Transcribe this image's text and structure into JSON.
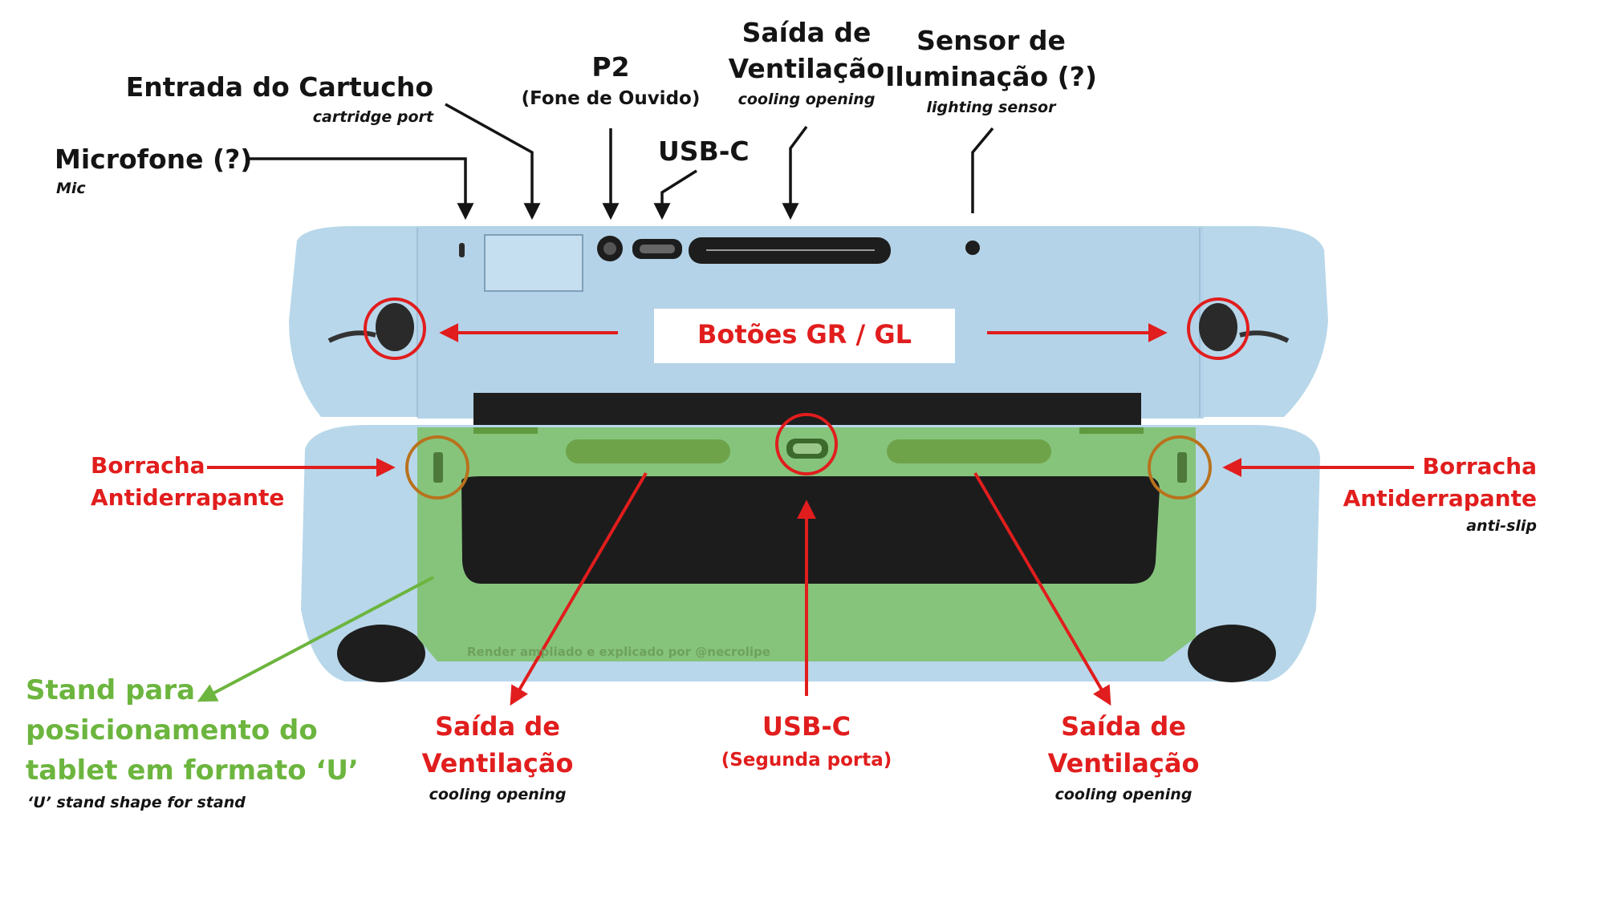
{
  "colors": {
    "device_blue": "#b8d7ea",
    "overlay_green": "#86c47c",
    "vent_green": "#6fa34a",
    "annotation_red": "#e11d1d",
    "stand_green": "#6cb53e",
    "text_black": "#141414"
  },
  "top_labels": {
    "cartridge_title": "Entrada do Cartucho",
    "cartridge_sub": "cartridge port",
    "mic_title": "Microfone (?)",
    "mic_sub": "Mic",
    "p2_title": "P2",
    "p2_sub": "(Fone de Ouvido)",
    "usbc_title": "USB-C",
    "vent_line1": "Saída de",
    "vent_line2": "Ventilação",
    "vent_sub": "cooling opening",
    "sensor_line1": "Sensor de",
    "sensor_line2": "Iluminação (?)",
    "sensor_sub": "lighting sensor"
  },
  "center_label": "Botões GR / GL",
  "side_labels": {
    "left_line1": "Borracha",
    "left_line2": "Antiderrapante",
    "right_line1": "Borracha",
    "right_line2": "Antiderrapante",
    "right_sub": "anti-slip"
  },
  "bottom_labels": {
    "stand_line1": "Stand para",
    "stand_line2": "posicionamento do",
    "stand_line3": "tablet em formato ‘U’",
    "stand_sub": "‘U’ stand shape for stand",
    "vent_left_line1": "Saída de",
    "vent_left_line2": "Ventilação",
    "vent_left_sub": "cooling opening",
    "usbc2_title": "USB-C",
    "usbc2_sub": "(Segunda porta)",
    "vent_right_line1": "Saída de",
    "vent_right_line2": "Ventilação",
    "vent_right_sub": "cooling opening"
  },
  "watermark": "Render ampliado e explicado por @necrolipe",
  "icons": [
    "console-top-view",
    "console-bottom-view",
    "annotation-arrow",
    "highlight-circle"
  ]
}
